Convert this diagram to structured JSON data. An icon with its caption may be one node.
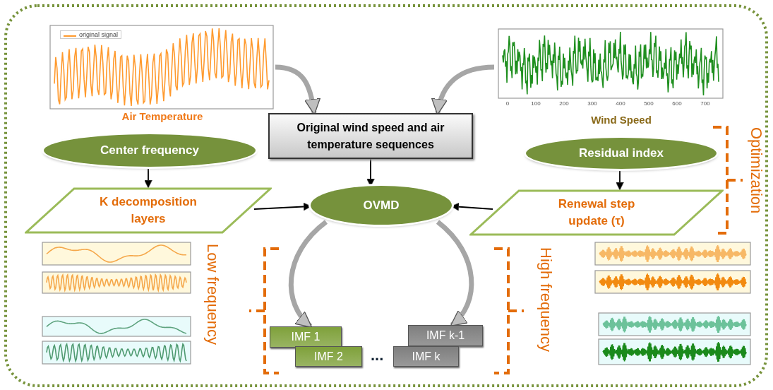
{
  "diagram": {
    "nodes": [
      {
        "text": [],
        "shape": "picture",
        "beside": [
          "Air Temperature"
        ]
      },
      {
        "text": [
          "Original wind speed and air temperature sequences"
        ]
      },
      {
        "text": [],
        "shape": "picture",
        "beside": [
          "Wind Speed"
        ]
      },
      {
        "text": [
          "Center frequency"
        ]
      },
      {
        "text": [
          "Residual index"
        ]
      },
      {
        "text": [
          "K decomposition layers"
        ]
      },
      {
        "text": [
          "OVMD"
        ]
      },
      {
        "text": [
          "Renewal step update (τ)"
        ]
      },
      {
        "text": [
          "IMF 1"
        ]
      },
      {
        "text": [
          "IMF 2"
        ]
      },
      {
        "text": [
          "IMF k-1"
        ]
      },
      {
        "text": [
          "IMF k"
        ]
      }
    ],
    "edges": [
      {
        "from": 0,
        "to": 1,
        "arrow": "to",
        "style": "thick",
        "color": "#a6a6a6"
      },
      {
        "from": 2,
        "to": 1,
        "arrow": "to",
        "style": "thick",
        "color": "#a6a6a6"
      },
      {
        "from": 1,
        "to": 6,
        "arrow": "to"
      },
      {
        "from": 3,
        "to": 5,
        "arrow": "to"
      },
      {
        "from": 4,
        "to": 7,
        "arrow": "to"
      },
      {
        "from": 5,
        "to": 6,
        "arrow": "to"
      },
      {
        "from": 7,
        "to": 6,
        "arrow": "to"
      },
      {
        "from": 6,
        "to": 8,
        "arrow": "to",
        "style": "thick",
        "color": "#a6a6a6"
      },
      {
        "from": 6,
        "to": 10,
        "arrow": "to",
        "style": "thick",
        "color": "#a6a6a6"
      }
    ],
    "labels": [
      "original signal",
      "0",
      "100",
      "200",
      "300",
      "400",
      "500",
      "600",
      "700",
      "Optimization",
      "Low frequency",
      "High frequency",
      "..."
    ]
  }
}
